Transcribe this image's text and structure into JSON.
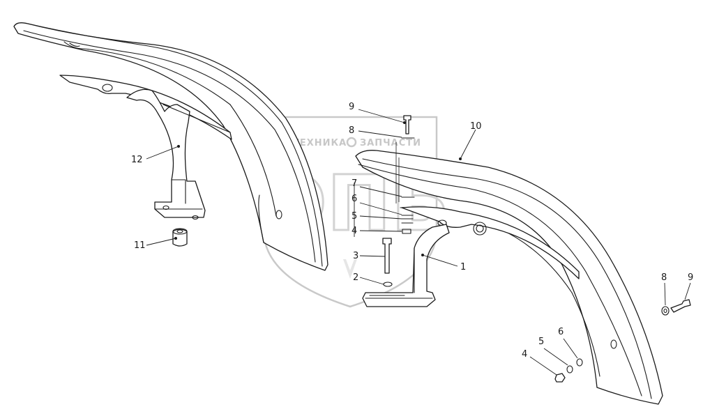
{
  "watermark": {
    "text_left": "ТЕХНИКА",
    "text_right": "ЗАПЧАСТИ",
    "big_text": "ЭПБ"
  },
  "callouts": [
    {
      "id": "c12",
      "label": "12"
    },
    {
      "id": "c11",
      "label": "11"
    },
    {
      "id": "c9a",
      "label": "9"
    },
    {
      "id": "c8a",
      "label": "8"
    },
    {
      "id": "c10",
      "label": "10"
    },
    {
      "id": "c7",
      "label": "7"
    },
    {
      "id": "c6a",
      "label": "6"
    },
    {
      "id": "c5a",
      "label": "5"
    },
    {
      "id": "c4a",
      "label": "4"
    },
    {
      "id": "c3",
      "label": "3"
    },
    {
      "id": "c2",
      "label": "2"
    },
    {
      "id": "c1",
      "label": "1"
    },
    {
      "id": "c8b",
      "label": "8"
    },
    {
      "id": "c9b",
      "label": "9"
    },
    {
      "id": "c6b",
      "label": "6"
    },
    {
      "id": "c5b",
      "label": "5"
    },
    {
      "id": "c4b",
      "label": "4"
    }
  ]
}
